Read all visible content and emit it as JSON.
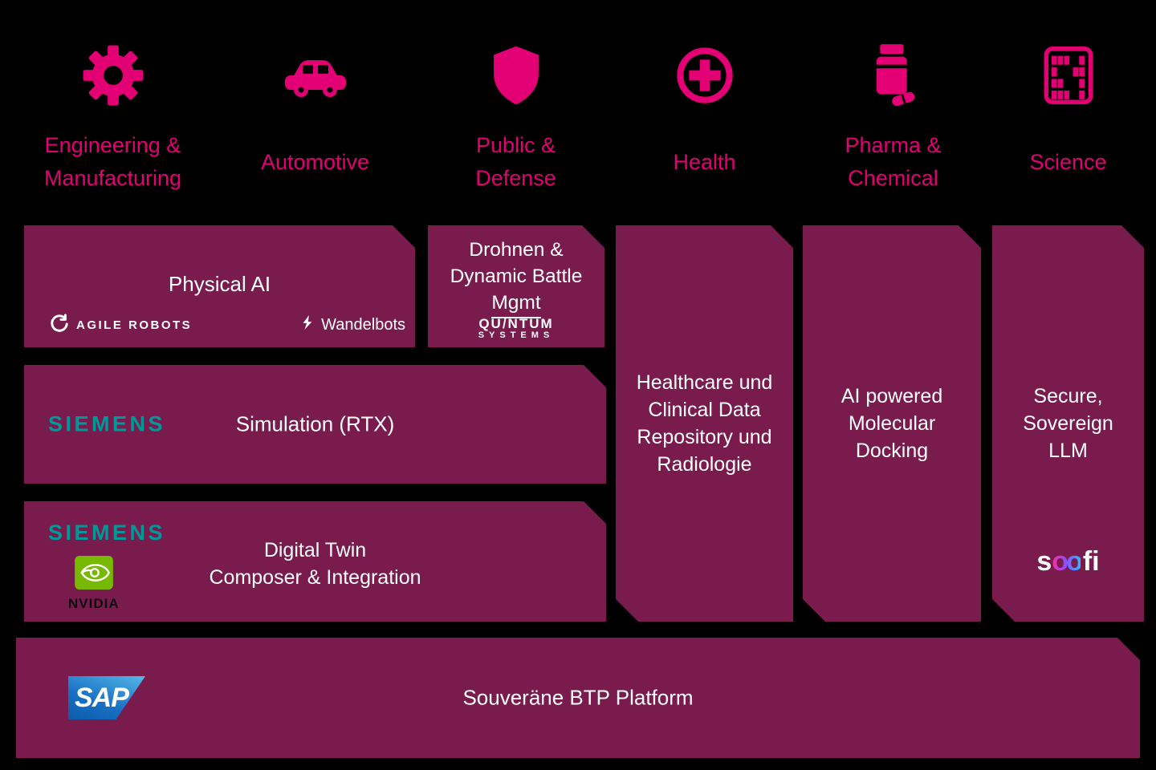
{
  "palette": {
    "background": "#000000",
    "magenta": "#E20074",
    "block_berry": "#7A1B4E",
    "text_white": "#FFFFFF",
    "siemens_teal": "#009999",
    "nvidia_green": "#76B900",
    "sap_blue": "#1870C5"
  },
  "industries": [
    {
      "icon": "gear-icon",
      "lines": [
        "Engineering &",
        "Manufacturing"
      ]
    },
    {
      "icon": "car-icon",
      "lines": [
        "Automotive"
      ]
    },
    {
      "icon": "shield-icon",
      "lines": [
        "Public &",
        "Defense"
      ]
    },
    {
      "icon": "health-cross-icon",
      "lines": [
        "Health"
      ]
    },
    {
      "icon": "pill-bottle-icon",
      "lines": [
        "Pharma &",
        "Chemical"
      ]
    },
    {
      "icon": "abacus-icon",
      "lines": [
        "Science"
      ]
    }
  ],
  "blocks": {
    "physical_ai": {
      "title": "Physical AI",
      "agile_robots": "AGILE ROBOTS",
      "wandelbots": "Wandelbots"
    },
    "drones": {
      "line1": "Drohnen &",
      "line2": "Dynamic Battle",
      "line3": "Mgmt",
      "quantum_line1": "QU/NTUM",
      "quantum_line2": "SYSTEMS"
    },
    "healthcare": {
      "line1": "Healthcare und",
      "line2": "Clinical Data",
      "line3": "Repository und",
      "line4": "Radiologie"
    },
    "pharma": {
      "line1": "AI powered",
      "line2": "Molecular",
      "line3": "Docking"
    },
    "science": {
      "line1": "Secure,",
      "line2": "Sovereign",
      "line3": "LLM",
      "scoofi_s": "s",
      "scoofi_oo": "oo",
      "scoofi_fi": "fi"
    },
    "simulation": {
      "brand": "SIEMENS",
      "title": "Simulation (RTX)"
    },
    "digital_twin": {
      "brand": "SIEMENS",
      "nvidia_label": "NVIDIA",
      "line1": "Digital Twin",
      "line2": "Composer & Integration"
    },
    "platform": {
      "sap": "SAP",
      "title": "Souveräne BTP Platform"
    }
  }
}
